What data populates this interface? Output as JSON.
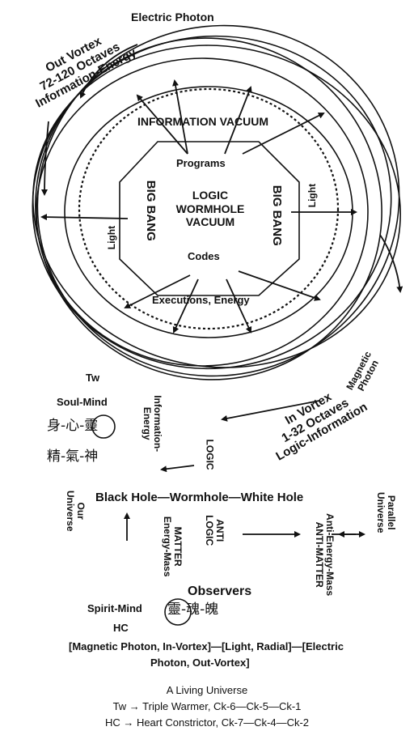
{
  "top": {
    "electric_photon": "Electric Photon",
    "out_vortex": [
      "Out Vortex",
      "72-120 Octaves",
      "Information-Energy"
    ]
  },
  "core": {
    "information_vacuum": "INFORMATION VACUUM",
    "programs": "Programs",
    "logic_wormhole_vacuum": [
      "LOGIC",
      "WORMHOLE",
      "VACUUM"
    ],
    "codes": "Codes",
    "executions_energy": "Executions, Energy",
    "big_bang_left": "BIG BANG",
    "big_bang_right": "BIG BANG",
    "light_left": "Light",
    "light_right": "Light"
  },
  "middle": {
    "magnetic_photon": [
      "Magnetic",
      "Photon"
    ],
    "in_vortex": [
      "In Vortex",
      "1-32 Octaves",
      "Logic-Information"
    ],
    "tw": "Tw",
    "soul_mind": "Soul-Mind",
    "cjk_row1": [
      "身",
      "-",
      "心",
      "-",
      "靈"
    ],
    "cjk_row2": [
      "精",
      "-",
      "氣",
      "-",
      "神"
    ],
    "information_energy": [
      "Information-",
      "Energy"
    ],
    "logic": "LOGIC"
  },
  "lower": {
    "black_white_hole": "Black Hole—Wormhole—White Hole",
    "our_universe": [
      "Our",
      "Universe"
    ],
    "parallel_universe": [
      "Parallel",
      "Universe"
    ],
    "matter": [
      "MATTER",
      "Energy-Mass"
    ],
    "anti_logic": [
      "ANTI",
      "LOGIC"
    ],
    "anti_matter": [
      "Anti-Energy-Mass",
      "ANTI-MATTER"
    ],
    "observers": "Observers",
    "spirit_mind": "Spirit-Mind",
    "hc": "HC",
    "cjk_row3": [
      "靈",
      "-",
      "魂",
      "-",
      "魄"
    ]
  },
  "footer": {
    "line1": "[Magnetic Photon, In-Vortex]—[Light, Radial]—[Electric",
    "line2": "Photon, Out-Vortex]",
    "title": "A Living Universe",
    "tw_line": "Tw → Triple Warmer, Ck-6—Ck-5—Ck-1",
    "hc_line": "HC → Heart Constrictor, Ck-7—Ck-4—Ck-2"
  }
}
